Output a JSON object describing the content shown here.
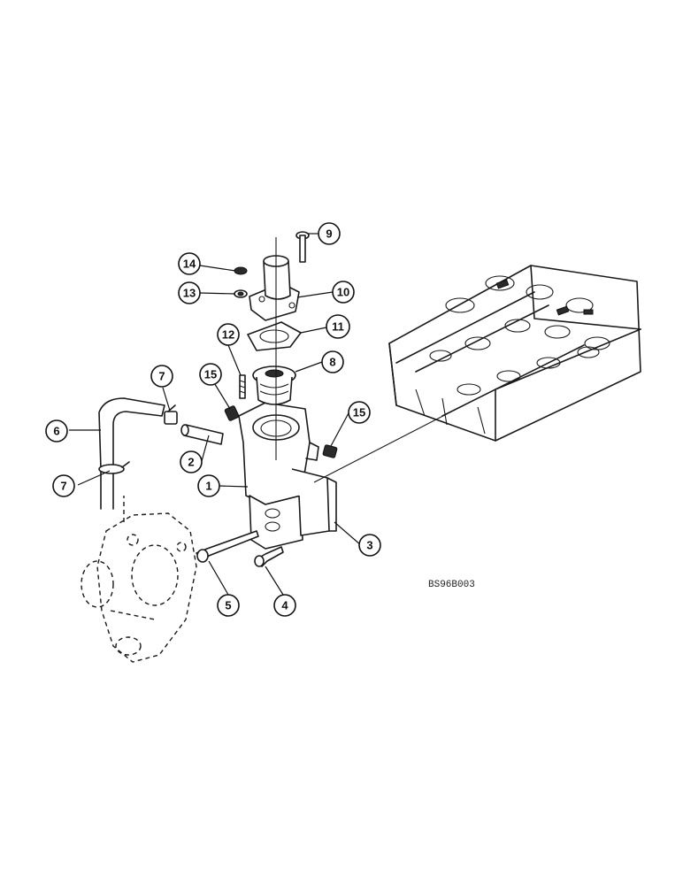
{
  "diagram": {
    "drawing_code": "BS96B003",
    "callouts": [
      {
        "id": "c1",
        "label": "1"
      },
      {
        "id": "c2",
        "label": "2"
      },
      {
        "id": "c3",
        "label": "3"
      },
      {
        "id": "c4",
        "label": "4"
      },
      {
        "id": "c5",
        "label": "5"
      },
      {
        "id": "c6",
        "label": "6"
      },
      {
        "id": "c7a",
        "label": "7"
      },
      {
        "id": "c7b",
        "label": "7"
      },
      {
        "id": "c8",
        "label": "8"
      },
      {
        "id": "c9",
        "label": "9"
      },
      {
        "id": "c10",
        "label": "10"
      },
      {
        "id": "c11",
        "label": "11"
      },
      {
        "id": "c12",
        "label": "12"
      },
      {
        "id": "c13",
        "label": "13"
      },
      {
        "id": "c14",
        "label": "14"
      },
      {
        "id": "c15a",
        "label": "15"
      },
      {
        "id": "c15b",
        "label": "15"
      }
    ]
  }
}
